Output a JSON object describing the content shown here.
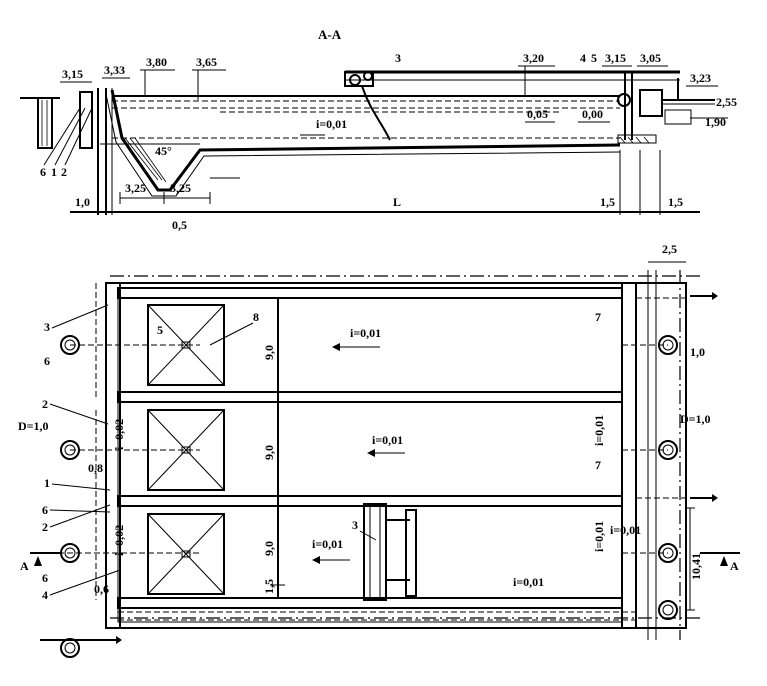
{
  "section": {
    "title": "A-A",
    "elevations": {
      "e315_left": "3,15",
      "e333": "3,33",
      "e380": "3,80",
      "e365": "3,65",
      "e320": "3,20",
      "e315_right": "3,15",
      "e305": "3,05",
      "e323": "3,23",
      "e255": "2,55",
      "e190": "1,90",
      "e005": "0,05",
      "e000": "0,00"
    },
    "slope": "i=0,01",
    "angle": "45°",
    "dims": {
      "w325_left": "3,25",
      "w325_right": "3,25",
      "d05": "0,5",
      "d10": "1,0",
      "d15": "1,5",
      "d15b": "1,5",
      "length": "L"
    },
    "markers": {
      "m3": "3",
      "m4": "4",
      "m5": "5",
      "m6": "6",
      "m1": "1",
      "m2": "2"
    }
  },
  "plan": {
    "widths": {
      "w1": "9,0",
      "w2": "9,0",
      "w3": "9,0"
    },
    "dims": {
      "d25": "2,5",
      "d10": "1,0",
      "d08": "0,8",
      "d06": "0,6",
      "d15": "1,5",
      "d1041": "10,41"
    },
    "slopes": {
      "s1": "i=0,01",
      "s2": "i=0,01",
      "s3": "i=0,01",
      "s4": "i=0,01",
      "s5": "i=0,01",
      "s6": "i=0,02",
      "s7": "i=0,02",
      "s8": "i=0,01",
      "s9": "i=0,01"
    },
    "diameters": {
      "left": "D=1,0",
      "right": "D=1,0"
    },
    "callouts": {
      "c3a": "3",
      "c5": "5",
      "c8": "8",
      "c6a": "6",
      "c2a": "2",
      "c1": "1",
      "c6b": "6",
      "c2b": "2",
      "c6c": "6",
      "c4": "4",
      "c7a": "7",
      "c7b": "7",
      "c3b": "3"
    },
    "section_mark_left": "A",
    "section_mark_right": "A"
  }
}
